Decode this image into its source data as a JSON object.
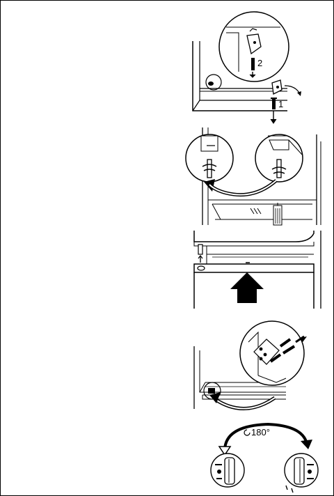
{
  "figures": {
    "fig1": {
      "callout_num_1": "1",
      "callout_num_2": "2"
    },
    "fig5": {
      "rotation_label": "180°"
    }
  },
  "colors": {
    "ink": "#000000",
    "paper": "#ffffff",
    "glass": "#e6e6e6"
  }
}
